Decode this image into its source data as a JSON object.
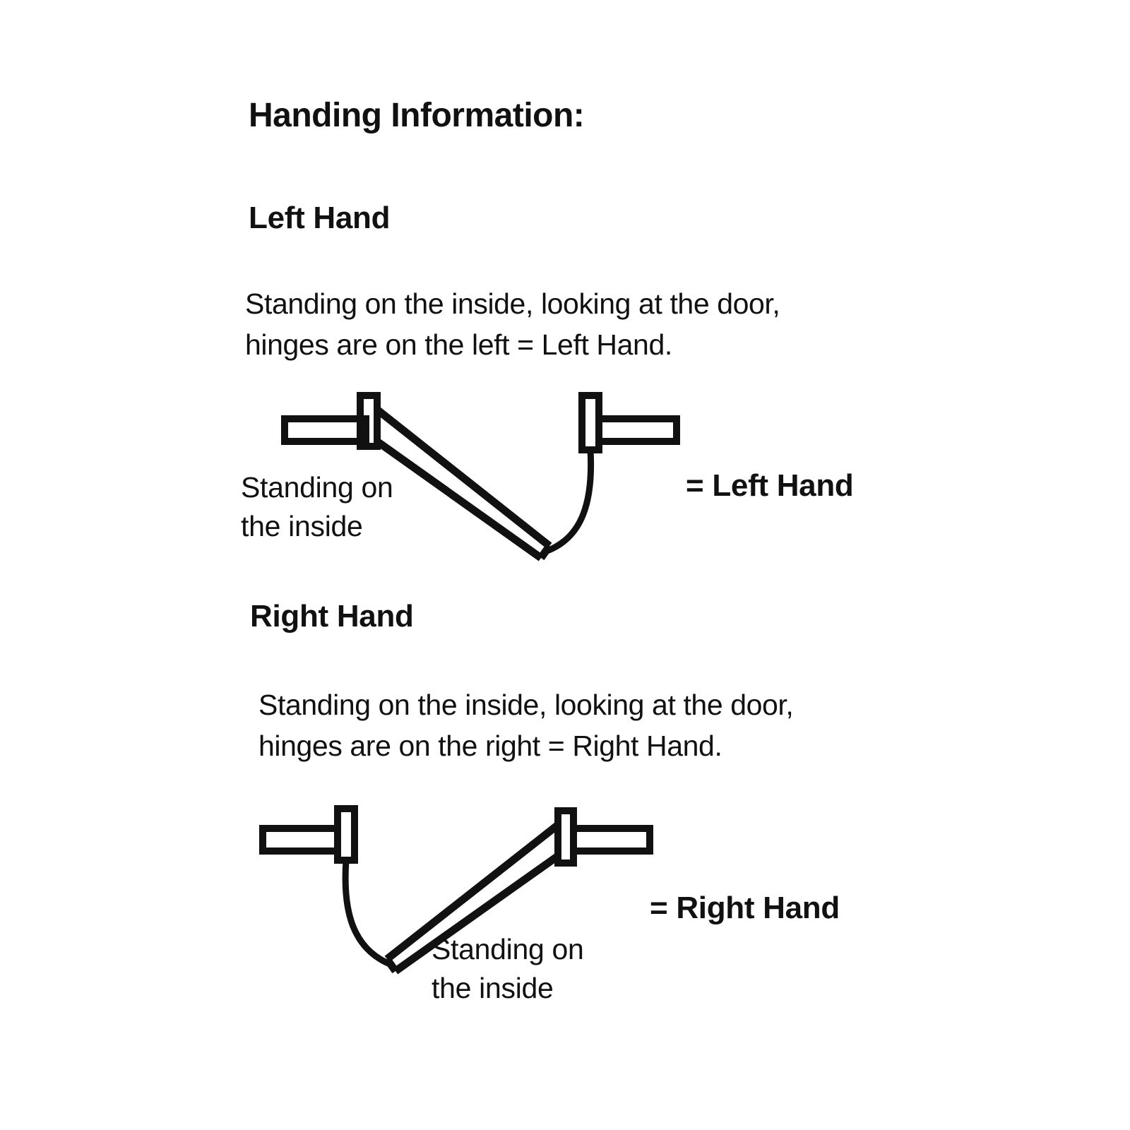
{
  "document": {
    "title": "Handing Information:",
    "background_color": "#ffffff",
    "ink_color": "#111111"
  },
  "sections": [
    {
      "id": "left-hand",
      "heading": "Left Hand",
      "body": "Standing on the inside, looking at the door,\nhinges are on the left = Left Hand.",
      "callout": "Standing on\nthe inside",
      "result": "= Left Hand",
      "diagram": {
        "name": "left-hand-door-swing",
        "hinge_side": "left",
        "swing_direction": "down-right"
      }
    },
    {
      "id": "right-hand",
      "heading": "Right Hand",
      "body": "Standing on the inside, looking at the door,\nhinges are on the right = Right Hand.",
      "callout": "Standing on\nthe inside",
      "result": "= Right Hand",
      "diagram": {
        "name": "right-hand-door-swing",
        "hinge_side": "right",
        "swing_direction": "down-left"
      }
    }
  ]
}
